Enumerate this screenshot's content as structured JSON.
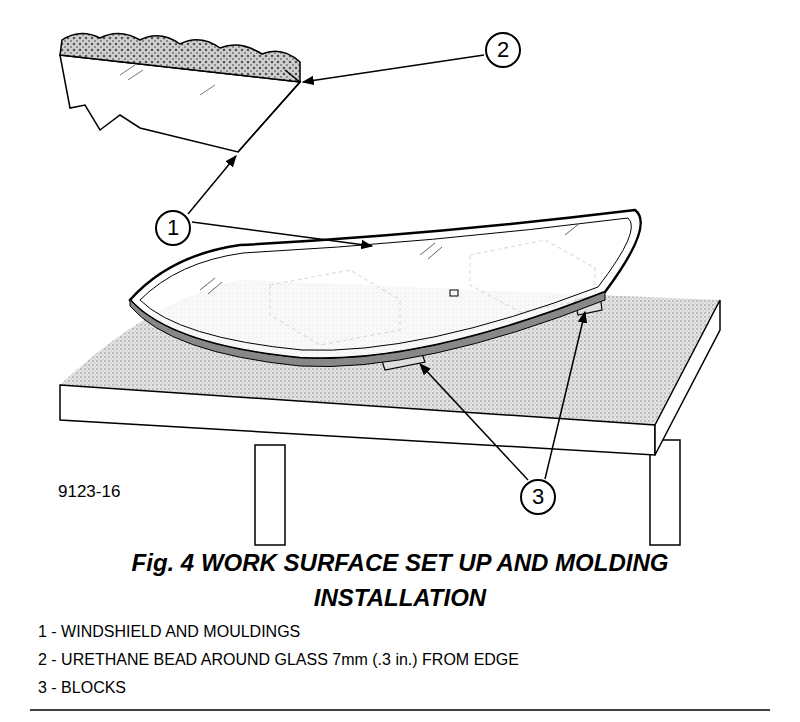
{
  "diagram": {
    "caption": "Fig. 4 WORK SURFACE SET UP AND MOLDING INSTALLATION",
    "nodes": [
      {
        "text": [
          "2"
        ]
      },
      {
        "text": [
          "1"
        ]
      },
      {
        "text": [
          "3"
        ]
      }
    ],
    "labels": [
      "9123-16",
      "1 - WINDSHIELD AND MOULDINGS",
      "2 - URETHANE BEAD AROUND GLASS 7mm (.3 in.) FROM EDGE",
      "3 - BLOCKS"
    ]
  }
}
